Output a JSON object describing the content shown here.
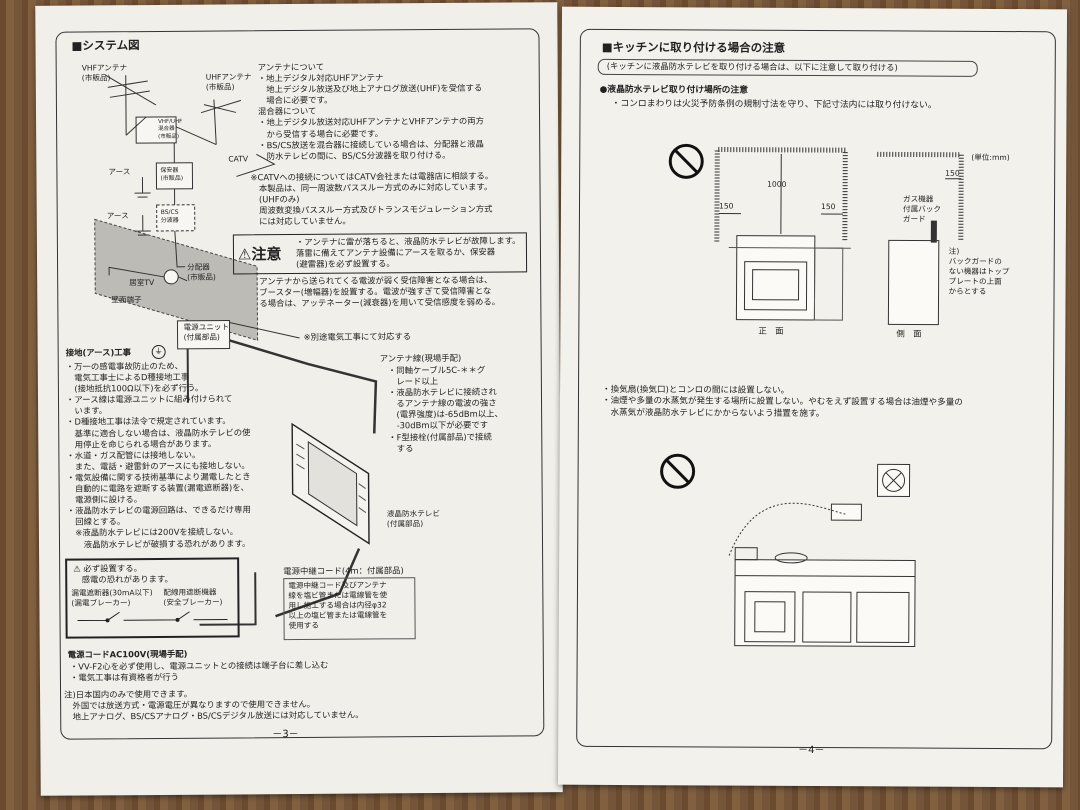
{
  "left": {
    "title": "■システム図",
    "labels": {
      "vhf": "VHFアンテナ\n(市販品)",
      "uhf": "UHFアンテナ\n(市販品)",
      "mixer": "VHF/UHF\n混合器\n(市販品)",
      "booster": "保安器\n(市販品)",
      "bscs": "BS/CS\n分波器",
      "catv": "CATV",
      "earth1": "アース",
      "earth2": "アース",
      "room_tv": "居室TV",
      "wall": "壁面端子",
      "splitter": "分配器\n(市販品)",
      "power_unit": "電源ユニット\n(付属部品)",
      "tv": "液晶防水テレビ\n(付属部品)"
    },
    "antenna_notes": "アンテナについて\n・地上デジタル対応UHFアンテナ\n　地上デジタル放送及び地上アナログ放送(UHF)を受信する\n　場合に必要です。\n混合器について\n・地上デジタル放送対応UHFアンテナとVHFアンテナの両方\n　から受信する場合に必要です。\n・BS/CS放送を混合器に接続している場合は、分配器と液晶\n　防水テレビの間に、BS/CS分波器を取り付ける。",
    "catv_note": "※CATVへの接続についてはCATV会社または電器店に相談する。\n　本製品は、同一周波数パススルー方式のみに対応しています。\n　(UHFのみ)\n　周波数変換パススルー方式及びトランスモジュレーション方式\n　には対応していません。",
    "caution_label": "注意",
    "caution_text": "・アンテナに雷が落ちると、液晶防水テレビが故障します。\n落雷に備えてアンテナ設備にアースを取るか、保安器\n(避雷器)を必ず設置する。",
    "booster_note": "アンテナから送られてくる電波が弱く受信障害となる場合は、\nブースター(増幅器)を設置する。電波が強すぎて受信障害とな\nる場合は、アッテネーター(減衰器)を用いて受信感度を弱める。",
    "separate_work": "※別途電気工事にて対応する",
    "antenna_cable_title": "アンテナ線(現場手配)",
    "antenna_cable_text": "・同軸ケーブル5C-＊＊グ\n　レード以上\n・液晶防水テレビに接続され\n　るアンテナ線の電波の強さ\n　(電界強度)は-65dBm以上、\n　-30dBm以下が必要です\n・F型接栓(付属部品)で接続\n　する",
    "earth_title": "接地(アース)工事",
    "earth_text": "・万一の感電事故防止のため、\n　電気工事士によるD種接地工事\n　(接地抵抗100Ω以下)を必ず行う。\n・アース線は電源ユニットに組み付けられて\n　います。\n・D種接地工事は法令で規定されています。\n　基準に適合しない場合は、液晶防水テレビの使\n　用停止を命じられる場合があります。\n・水道・ガス配管には接地しない。\n　また、電話・避雷針のアースにも接地しない。\n・電気設備に関する技術基準により漏電したとき\n　自動的に電路を遮断する装置(漏電遮断器)を、\n　電源側に設ける。\n・液晶防水テレビの電源回路は、できるだけ専用\n　回線とする。\n　※液晶防水テレビには200Vを接続しない。\n　　液晶防水テレビが破損する恐れがあります。",
    "warning_text": "⚠ 必ず設置する。\n　感電の恐れがあります。",
    "breaker1": "漏電遮断器(30mA以下)\n(漏電ブレーカー)",
    "breaker2": "配線用遮断機器\n(安全ブレーカー)",
    "relay_title": "電源中継コード(4m：付属部品)",
    "relay_text": "電源中継コード及びアンテナ\n線を塩ビ管または電線管を使\n用し施工する場合は内径φ32\n以上の塩ビ管または電線管を\n使用する",
    "power_title": "電源コードAC100V(現場手配)",
    "power_text": "・VV-F2心を必ず使用し、電源ユニットとの接続は端子台に差し込む\n・電気工事は有資格者が行う",
    "footnote": "注)日本国内のみで使用できます。\n　外国では放送方式・電源電圧が異なりますので使用できません。\n　地上アナログ、BS/CSアナログ・BS/CSデジタル放送には対応していません。",
    "page_no": "－3－"
  },
  "right": {
    "title": "■キッチンに取り付ける場合の注意",
    "subtitle": "(キッチンに液晶防水テレビを取り付ける場合は、以下に注意して取り付ける)",
    "place_head": "●液晶防水テレビ取り付け場所の注意",
    "place_text": "・コンロまわりは火災予防条例の規制寸法を守り、下記寸法内には取り付けない。",
    "unit": "(単位:mm)",
    "dims": {
      "d1000": "1000",
      "d150a": "150",
      "d150b": "150",
      "d150c": "150"
    },
    "gas_label": "ガス機器\n付属バック\nガード",
    "note_label": "注)\nバックガードの\nない機器はトップ\nプレートの上面\nからとする",
    "front": "正　面",
    "side": "側　面",
    "bullets": "・換気扇(換気口)とコンロの間には設置しない。\n・油煙や多量の水蒸気が発生する場所に設置しない。やむをえず設置する場合は油煙や多量の\n　水蒸気が液晶防水テレビにかからないよう措置を施す。",
    "page_no": "－4－"
  }
}
